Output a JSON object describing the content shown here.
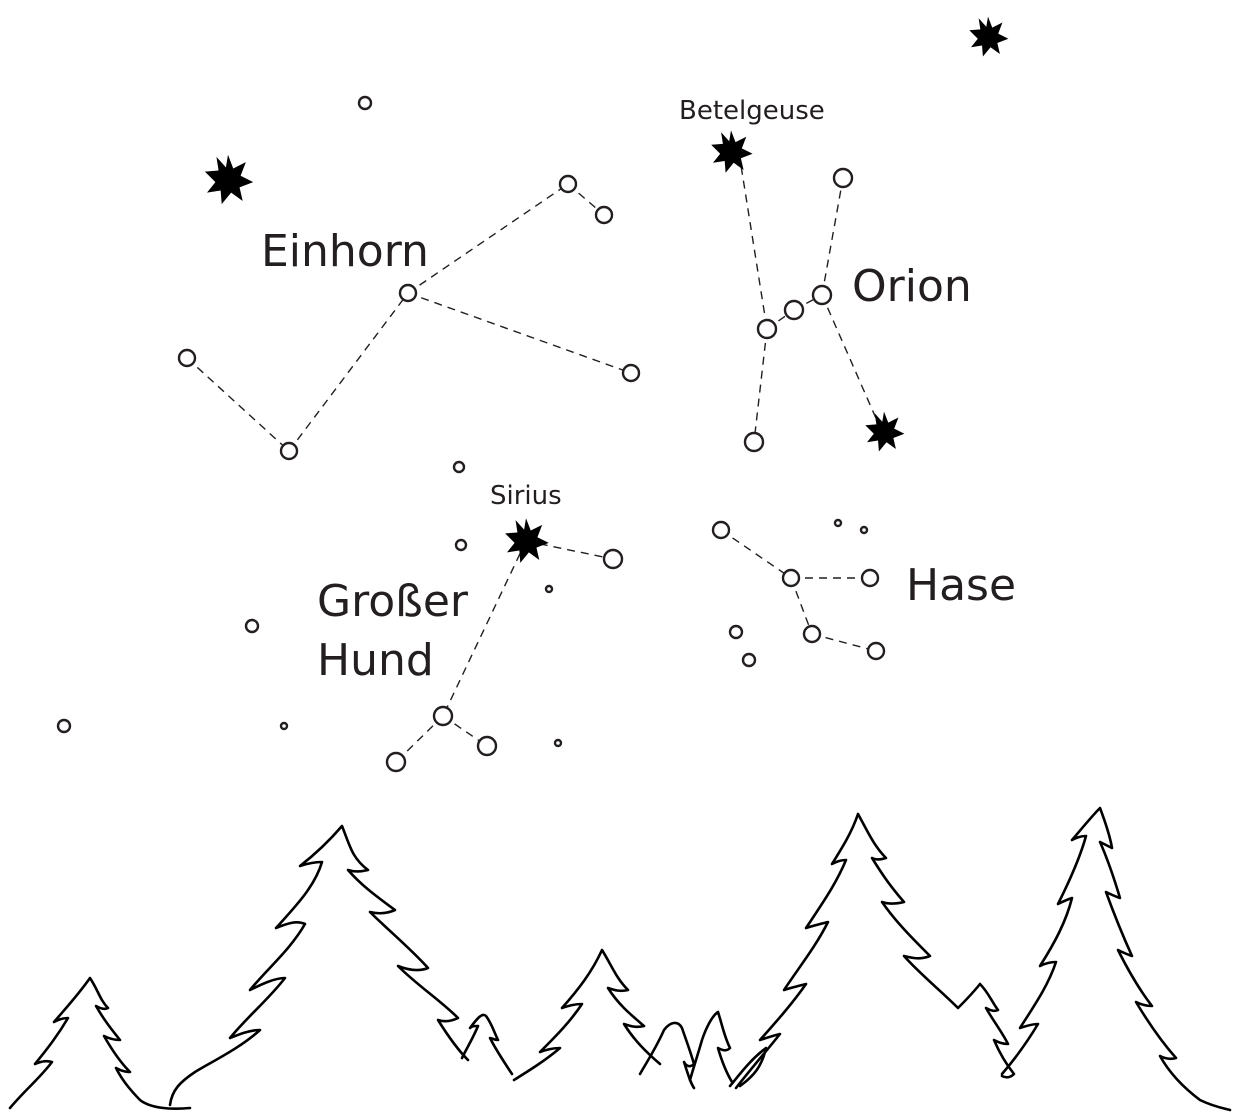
{
  "constellations": {
    "einhorn": "Einhorn",
    "orion": "Orion",
    "grosser_hund_line1": "Großer",
    "grosser_hund_line2": "Hund",
    "hase": "Hase"
  },
  "stars": {
    "betelgeuse": "Betelgeuse",
    "sirius": "Sirius"
  },
  "colors": {
    "ink": "#231f20",
    "background": "#ffffff"
  }
}
